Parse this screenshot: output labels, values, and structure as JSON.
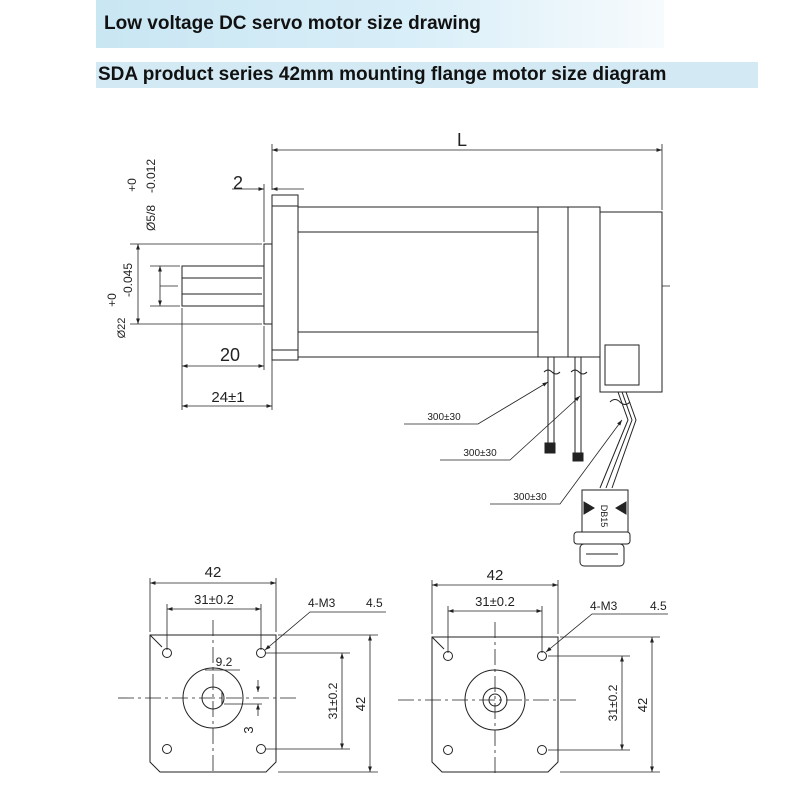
{
  "header": {
    "title": "Low voltage DC servo motor size drawing",
    "subtitle": "SDA product series 42mm mounting flange motor size diagram"
  },
  "side_view": {
    "length_label": "L",
    "flange_thickness": "2",
    "shaft_diameter": "Ø5/8",
    "shaft_tol_upper": "+0",
    "shaft_tol_lower": "-0.012",
    "boss_diameter": "Ø22",
    "boss_tol_upper": "+0",
    "boss_tol_lower": "-0.045",
    "shaft_flat_length": "20",
    "shaft_length": "24±1",
    "cable_1": "300±30",
    "cable_2": "300±30",
    "cable_3": "300±30",
    "connector": "DB15"
  },
  "front_view": {
    "width": "42",
    "hole_spacing": "31±0.2",
    "hole_spec": "4-M3",
    "hole_depth": "4.5",
    "boss_dim": "9.2",
    "flat_dim": "3",
    "height_spacing": "31±0.2",
    "height": "42"
  },
  "rear_view": {
    "width": "42",
    "hole_spacing": "31±0.2",
    "hole_spec": "4-M3",
    "hole_depth": "4.5",
    "height_spacing": "31±0.2",
    "height": "42"
  }
}
